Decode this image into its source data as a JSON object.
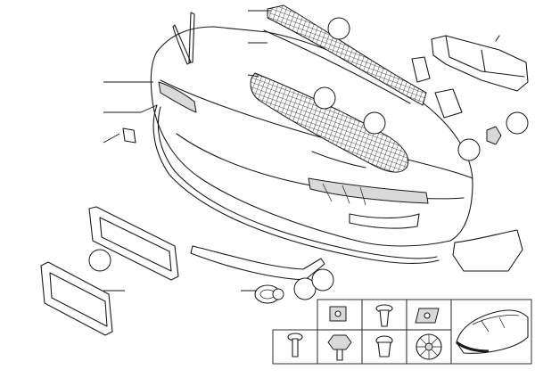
{
  "diagram": {
    "type": "exploded-parts-diagram",
    "callout_count": 9,
    "leader_line_count": 8,
    "fastener_cells": [
      "clip-nut-square",
      "expanding-rivet",
      "clip-nut-flat",
      "push-rivet",
      "hex-bolt",
      "plastic-nut",
      "round-clip-star"
    ],
    "vehicle_thumbnail": "car-front-highlight"
  }
}
